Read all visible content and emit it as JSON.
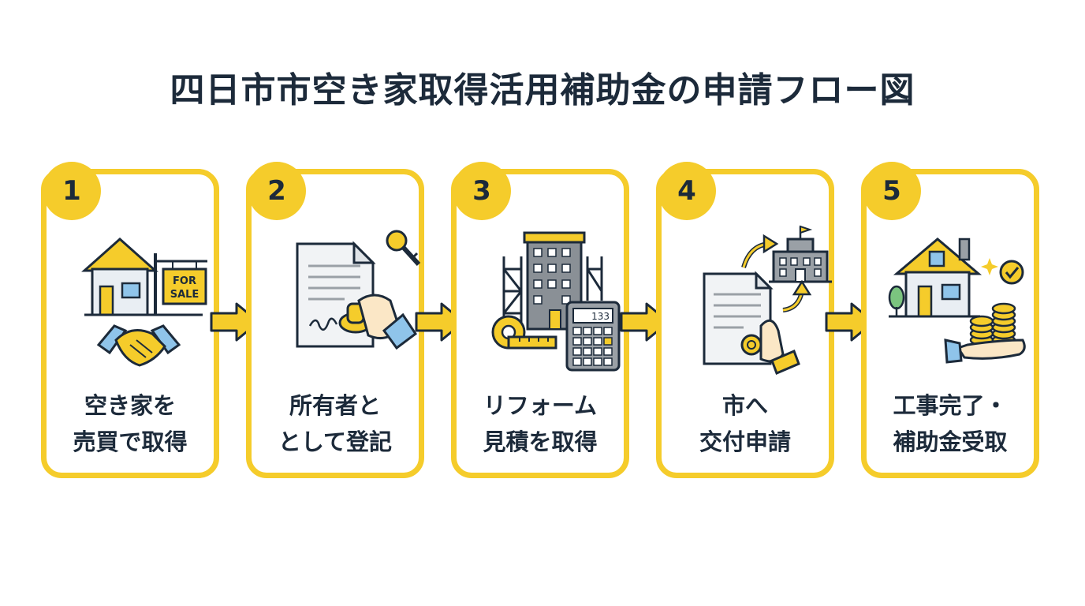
{
  "title": "四日市市空き家取得活用補助金の申請フロー図",
  "colors": {
    "accent": "#f5cc2b",
    "ink": "#1c2a3a",
    "blue": "#8fc4ea",
    "gray": "#9aa0a6"
  },
  "steps": [
    {
      "number": "1",
      "line1": "空き家を",
      "line2": "売買で取得",
      "icon": "house-for-sale-handshake-icon",
      "sign_line1": "FOR",
      "sign_line2": "SALE"
    },
    {
      "number": "2",
      "line1": "所有者と",
      "line2": "として登記",
      "icon": "document-stamp-key-icon"
    },
    {
      "number": "3",
      "line1": "リフォーム",
      "line2": "見積を取得",
      "icon": "building-calculator-tape-icon",
      "calculator_display": "133"
    },
    {
      "number": "4",
      "line1": "市へ",
      "line2": "交付申請",
      "icon": "document-city-hall-icon"
    },
    {
      "number": "5",
      "line1": "工事完了・",
      "line2": "補助金受取",
      "icon": "house-coins-hand-icon"
    }
  ]
}
